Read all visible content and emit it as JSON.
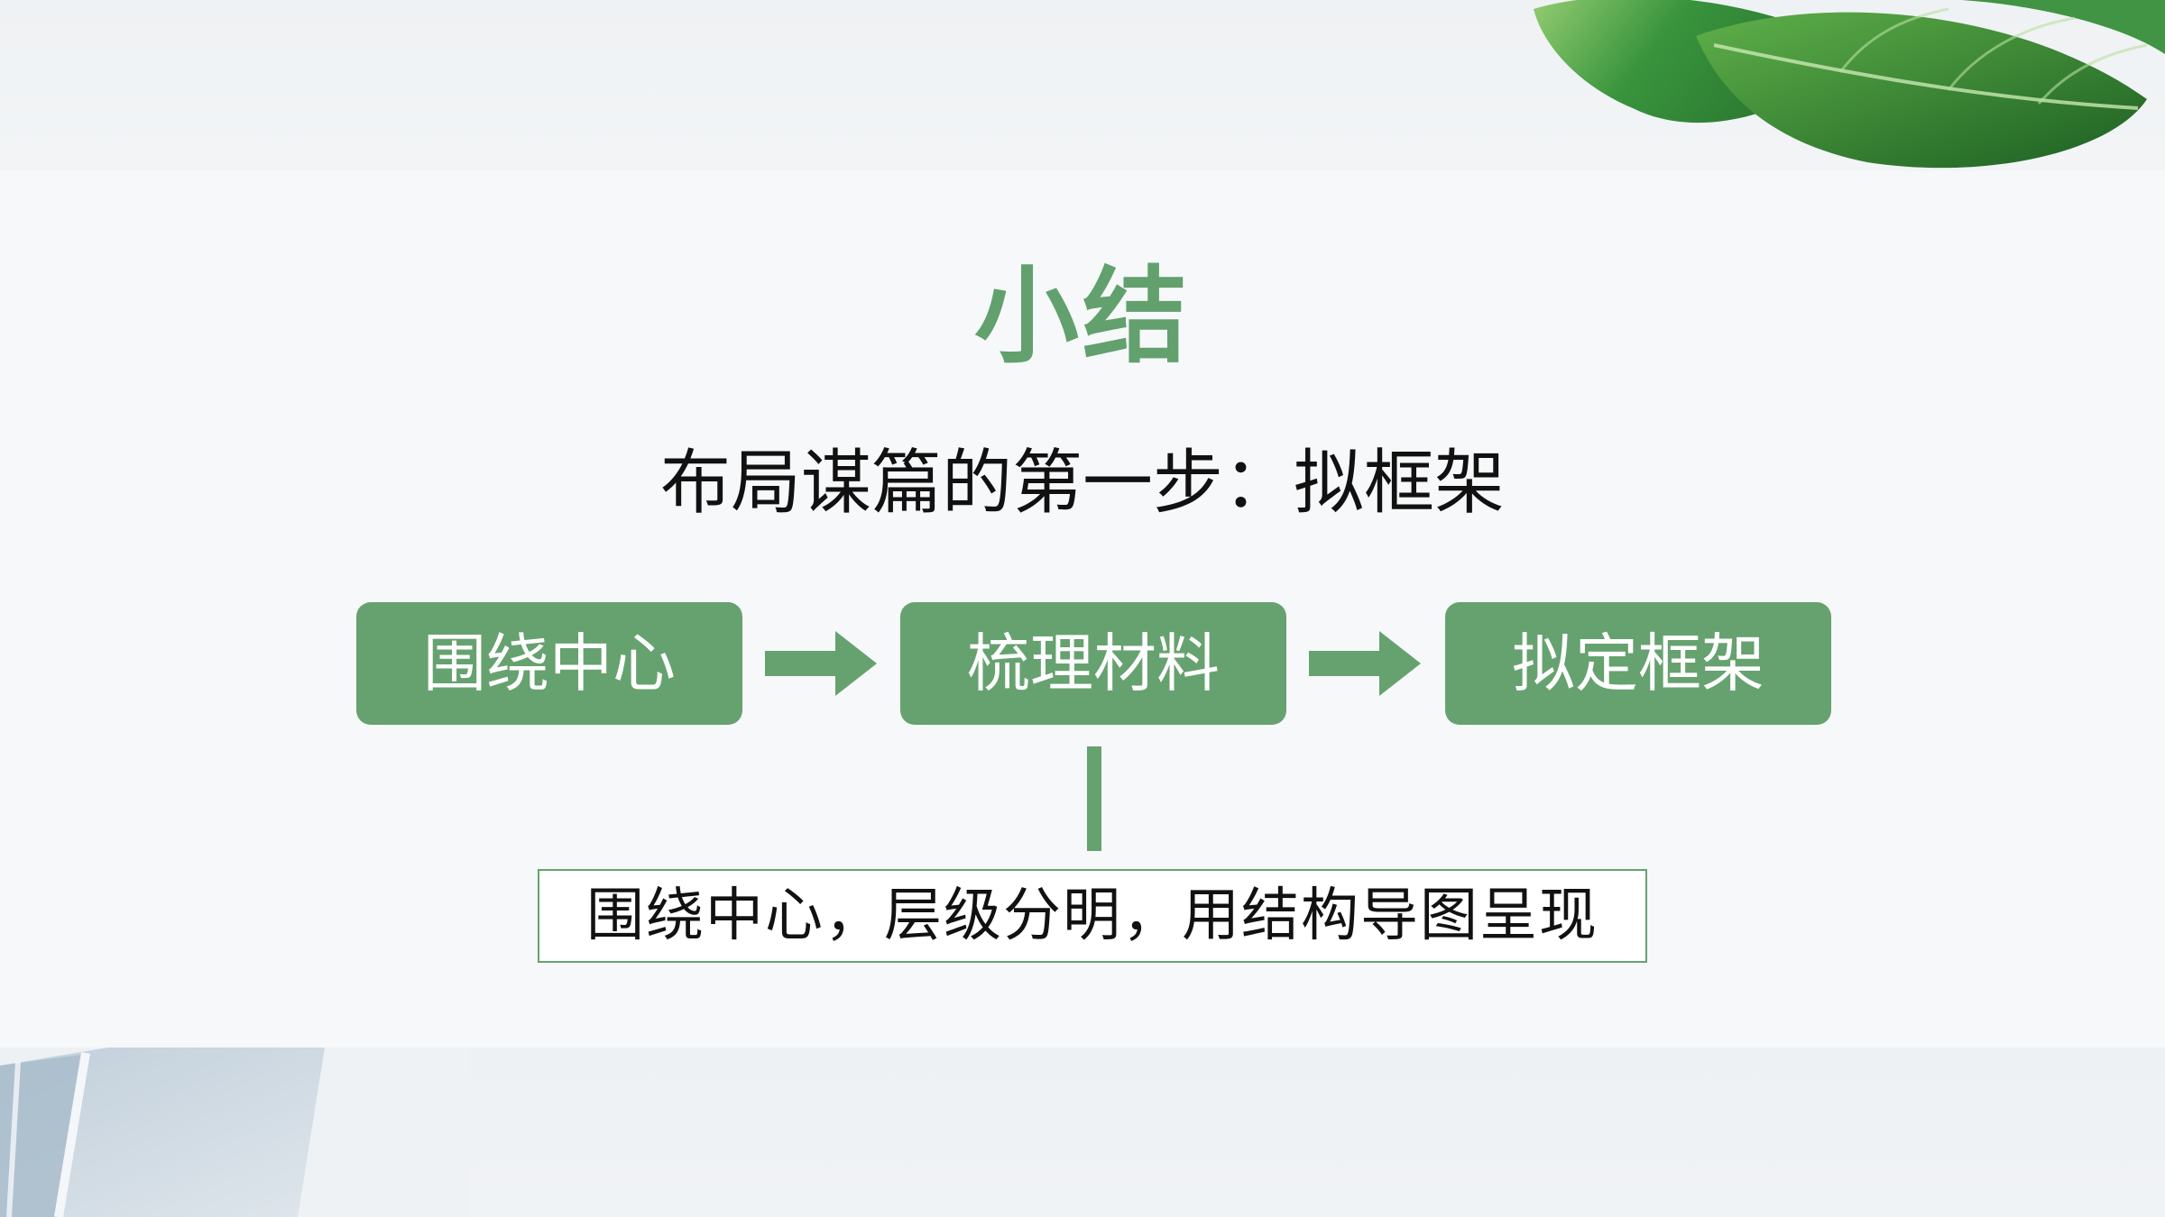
{
  "slide": {
    "title": "小结",
    "subtitle": "布局谋篇的第一步：拟框架",
    "flow": {
      "steps": [
        {
          "label": "围绕中心"
        },
        {
          "label": "梳理材料"
        },
        {
          "label": "拟定框架"
        }
      ],
      "note": "围绕中心，层级分明，用结构导图呈现"
    },
    "colors": {
      "accent": "#66a26f",
      "title": "#62a06d",
      "text": "#111111"
    },
    "icons": {
      "arrow": "arrow-right-icon",
      "leaf": "leaf-decoration",
      "window": "window-decoration"
    }
  }
}
